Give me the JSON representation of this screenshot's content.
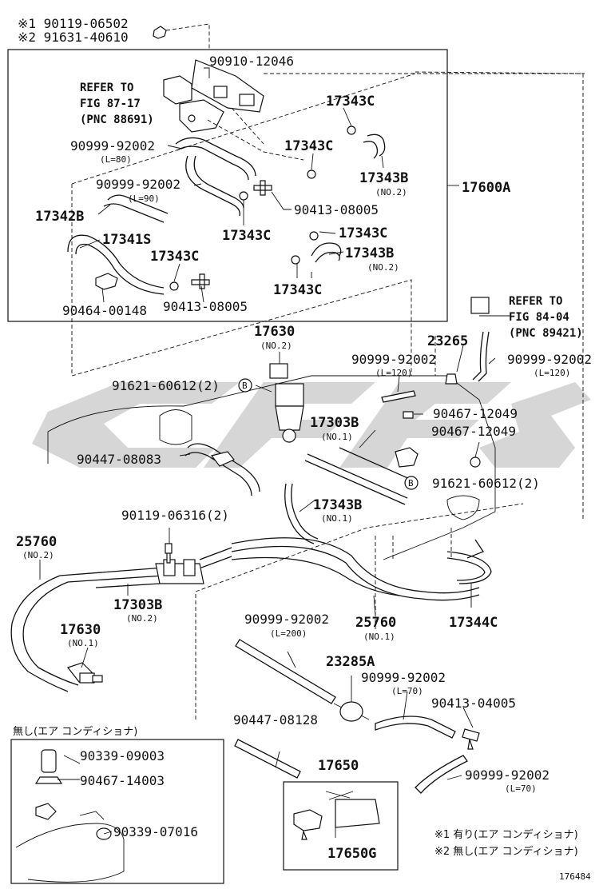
{
  "labels": {
    "note1": "※1 90119-06502",
    "note2": "※2 91631-40610",
    "p90910_12046": "90910-12046",
    "refer1_a": "REFER TO",
    "refer1_b": "FIG 87-17",
    "refer1_c": "(PNC 88691)",
    "p17343c_1": "17343C",
    "p90999_a": "90999-92002",
    "p90999_a_sub": "(L=80)",
    "p17343c_2": "17343C",
    "p17343b_1": "17343B",
    "p17343b_1_sub": "(NO.2)",
    "p90999_b": "90999-92002",
    "p90999_b_sub": "(L=90)",
    "p17600a": "17600A",
    "p17342b": "17342B",
    "p90413_a": "90413-08005",
    "p17343c_3": "17343C",
    "p17343c_4": "17343C",
    "p17341s": "17341S",
    "p17343c_5": "17343C",
    "p17343b_2": "17343B",
    "p17343b_2_sub": "(NO.2)",
    "p17343c_6": "17343C",
    "p90464": "90464-00148",
    "p90413_b": "90413-08005",
    "refer2_a": "REFER TO",
    "refer2_b": "FIG 84-04",
    "refer2_c": "(PNC 89421)",
    "p17630_a": "17630",
    "p17630_a_sub": "(NO.2)",
    "p23265": "23265",
    "p90999_c": "90999-92002",
    "p90999_c_sub": "(L=120)",
    "p90999_d": "90999-92002",
    "p90999_d_sub": "(L=120)",
    "p91621_a": "91621-60612(2)",
    "circle_b": "B",
    "p90467_a": "90467-12049",
    "p17303b_1": "17303B",
    "p17303b_1_sub": "(NO.1)",
    "p90467_b": "90467-12049",
    "p90447_a": "90447-08083",
    "p91621_b": "91621-60612(2)",
    "p17343b_3": "17343B",
    "p17343b_3_sub": "(NO.1)",
    "p90119": "90119-06316(2)",
    "p25760_a": "25760",
    "p25760_a_sub": "(NO.2)",
    "p17303b_2": "17303B",
    "p17303b_2_sub": "(NO.2)",
    "p17630_b": "17630",
    "p17630_b_sub": "(NO.1)",
    "p90999_e": "90999-92002",
    "p90999_e_sub": "(L=200)",
    "p25760_b": "25760",
    "p25760_b_sub": "(NO.1)",
    "p17344c": "17344C",
    "p23285a": "23285A",
    "p90999_f": "90999-92002",
    "p90999_f_sub": "(L=70)",
    "p90413_c": "90413-04005",
    "inset_title": "無し(エア コンディショナ)",
    "p90339_a": "90339-09003",
    "p90467_c": "90467-14003",
    "p90339_b": "90339-07016",
    "p90447_b": "90447-08128",
    "p17650": "17650",
    "p90999_g": "90999-92002",
    "p90999_g_sub": "(L=70)",
    "p17650g": "17650G",
    "legend1": "※1 有り(エア コンディショナ)",
    "legend2": "※2 無し(エア コンディショナ)",
    "diagram_id": "176484"
  },
  "colors": {
    "ink": "#111111",
    "watermark": "#c8c8c8"
  }
}
